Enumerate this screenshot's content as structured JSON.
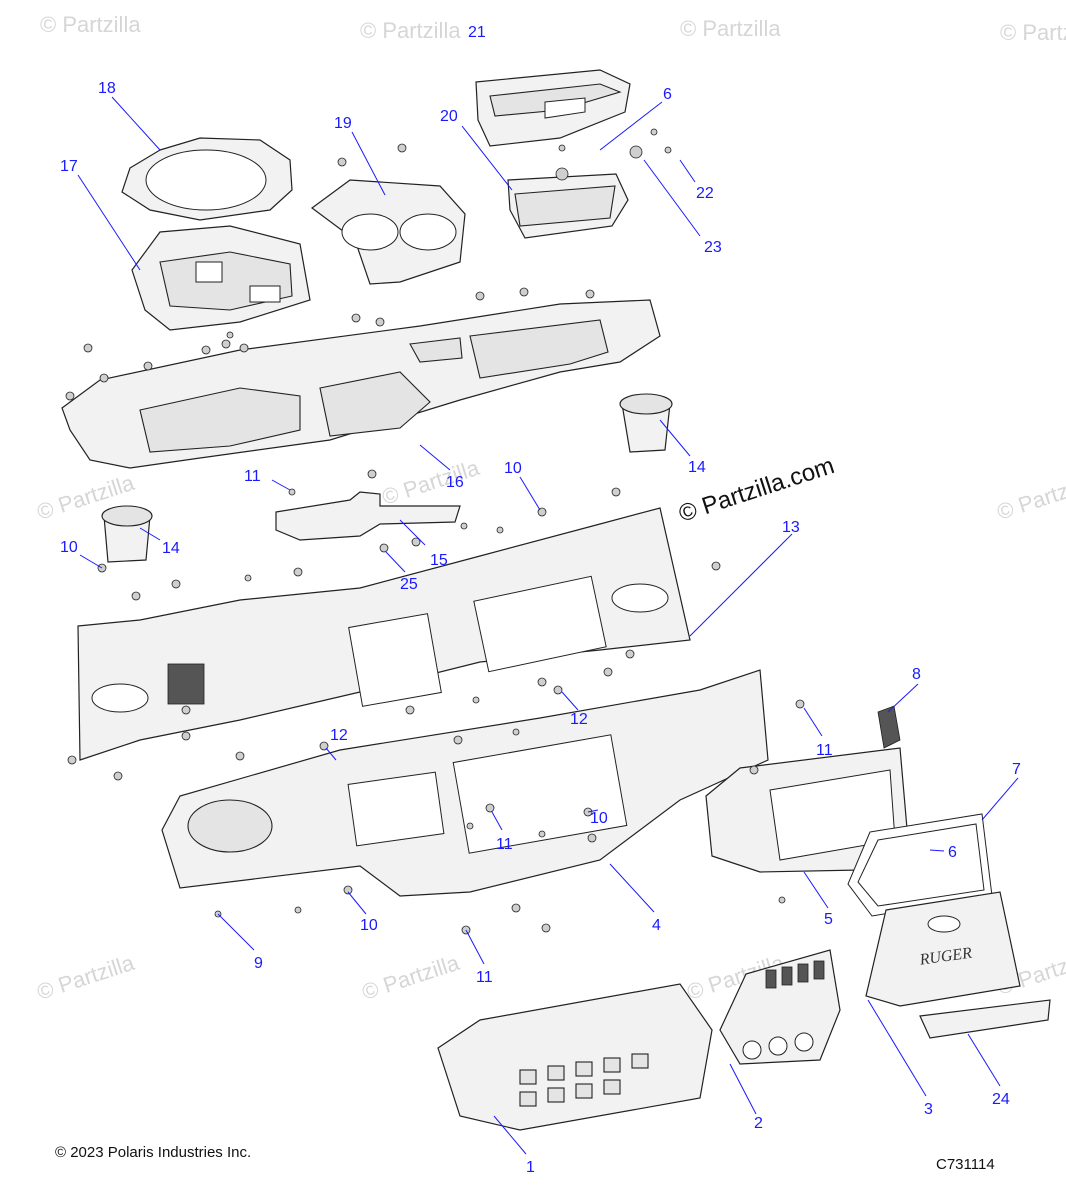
{
  "watermark_text": "© Partzilla",
  "brand_text": "© Partzilla.com",
  "copyright": "© 2023 Polaris Industries Inc.",
  "diagram_code": "C731114",
  "callouts": [
    "21",
    "18",
    "6",
    "19",
    "20",
    "17",
    "22",
    "23",
    "14",
    "11",
    "10",
    "16",
    "14",
    "10",
    "15",
    "13",
    "25",
    "8",
    "12",
    "12",
    "11",
    "7",
    "10",
    "11",
    "6",
    "5",
    "4",
    "10",
    "9",
    "11",
    "1",
    "2",
    "3",
    "24"
  ],
  "emblem_text": "RUGER"
}
